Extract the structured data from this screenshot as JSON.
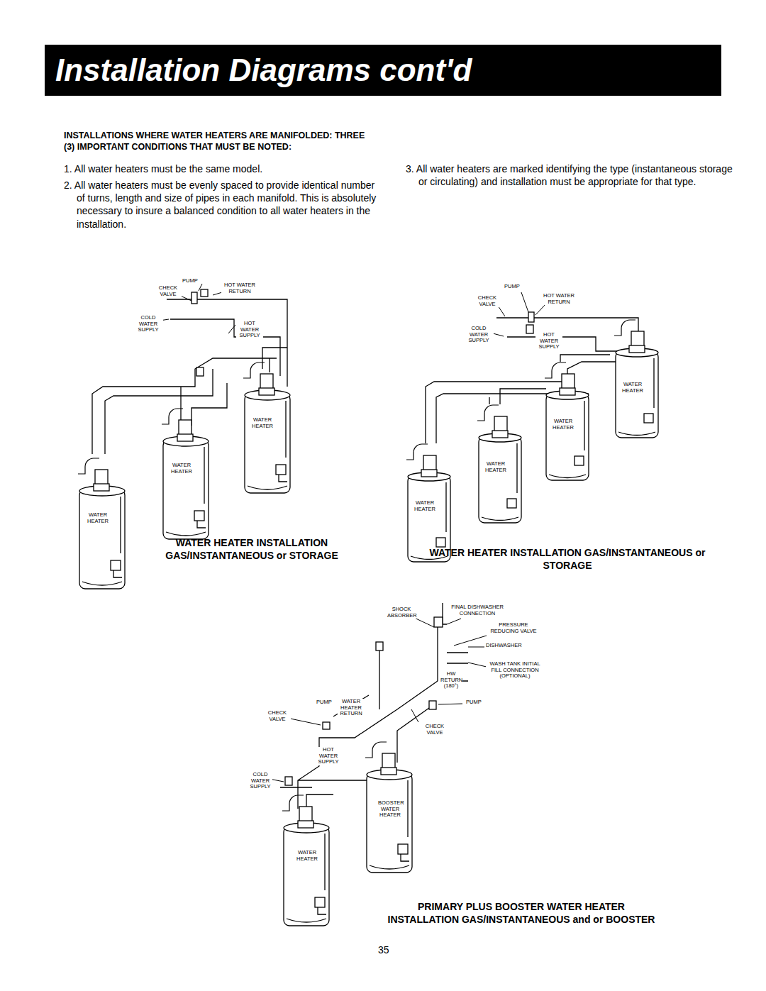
{
  "diagram": {
    "title": "Installation Diagrams cont'd",
    "labels": [
      "INSTALLATIONS WHERE WATER HEATERS ARE MANIFOLDED: THREE (3) IMPORTANT CONDITIONS THAT MUST BE NOTED:",
      "1. All water heaters must be the same model.",
      "2. All water heaters must be evenly spaced to provide identical number of turns, length and size of pipes in each manifold. This is absolutely necessary to insure a balanced condition to all water heaters in the installation.",
      "3. All water heaters are marked identifying the type (instantaneous storage or circulating) and installation must be appropriate for that type.",
      "PUMP",
      "CHECK VALVE",
      "HOT WATER RETURN",
      "COLD WATER SUPPLY",
      "HOT WATER SUPPLY",
      "WATER HEATER",
      "WATER HEATER",
      "WATER HEATER",
      "WATER HEATER INSTALLATION GAS/INSTANTANEOUS or STORAGE",
      "PUMP",
      "CHECK VALVE",
      "HOT WATER RETURN",
      "COLD WATER SUPPLY",
      "HOT WATER SUPPLY",
      "WATER HEATER",
      "WATER HEATER",
      "WATER HEATER",
      "WATER HEATER",
      "WATER HEATER INSTALLATION GAS/INSTANTANEOUS or STORAGE",
      "SHOCK ABSORBER",
      "FINAL DISHWASHER CONNECTION",
      "PRESSURE REDUCING VALVE",
      "DISHWASHER",
      "WASH TANK INITIAL FILL CONNECTION (OPTIONAL)",
      "HW RETURN (180°)",
      "PUMP",
      "PUMP",
      "WATER HEATER RETURN",
      "CHECK VALVE",
      "CHECK VALVE",
      "HOT WATER SUPPLY",
      "COLD WATER SUPPLY",
      "BOOSTER WATER HEATER",
      "WATER HEATER",
      "PRIMARY PLUS BOOSTER WATER HEATER INSTALLATION GAS/INSTANTANEOUS and or BOOSTER",
      "35"
    ]
  }
}
